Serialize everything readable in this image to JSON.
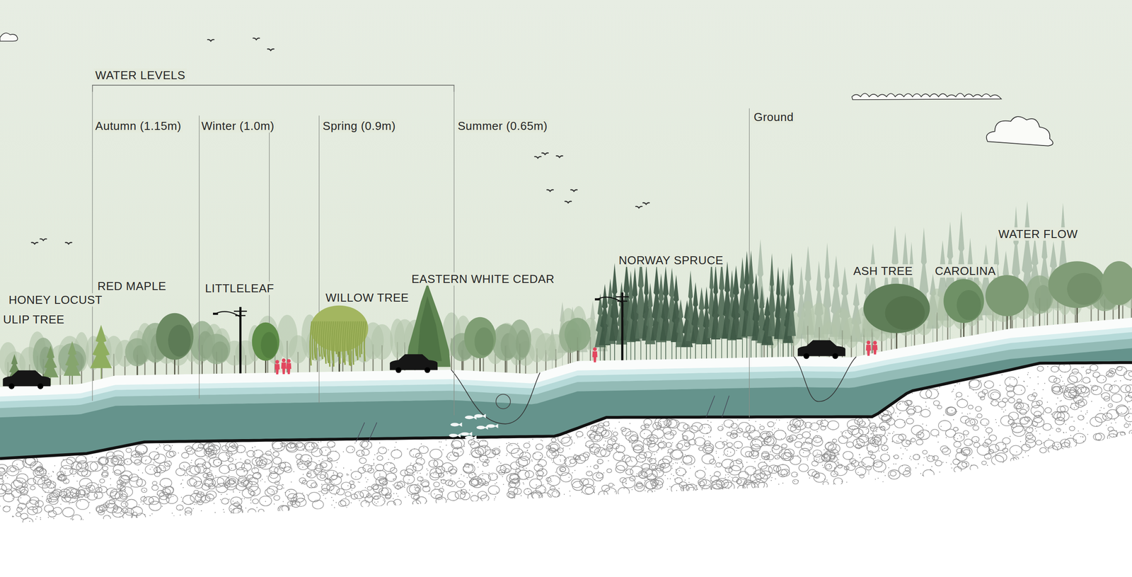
{
  "diagram": {
    "labels": [
      "WATER LEVELS",
      "Autumn (1.15m)",
      "Winter (1.0m)",
      "Spring (0.9m)",
      "Summer (0.65m)",
      "Ground",
      "WATER FLOW",
      "NORWAY SPRUCE",
      "ASH TREE",
      "CAROLINA",
      "EASTERN WHITE CEDAR",
      "RED MAPLE",
      "LITTLELEAF",
      "HONEY LOCUST",
      "WILLOW TREE",
      "ULIP TREE"
    ]
  }
}
